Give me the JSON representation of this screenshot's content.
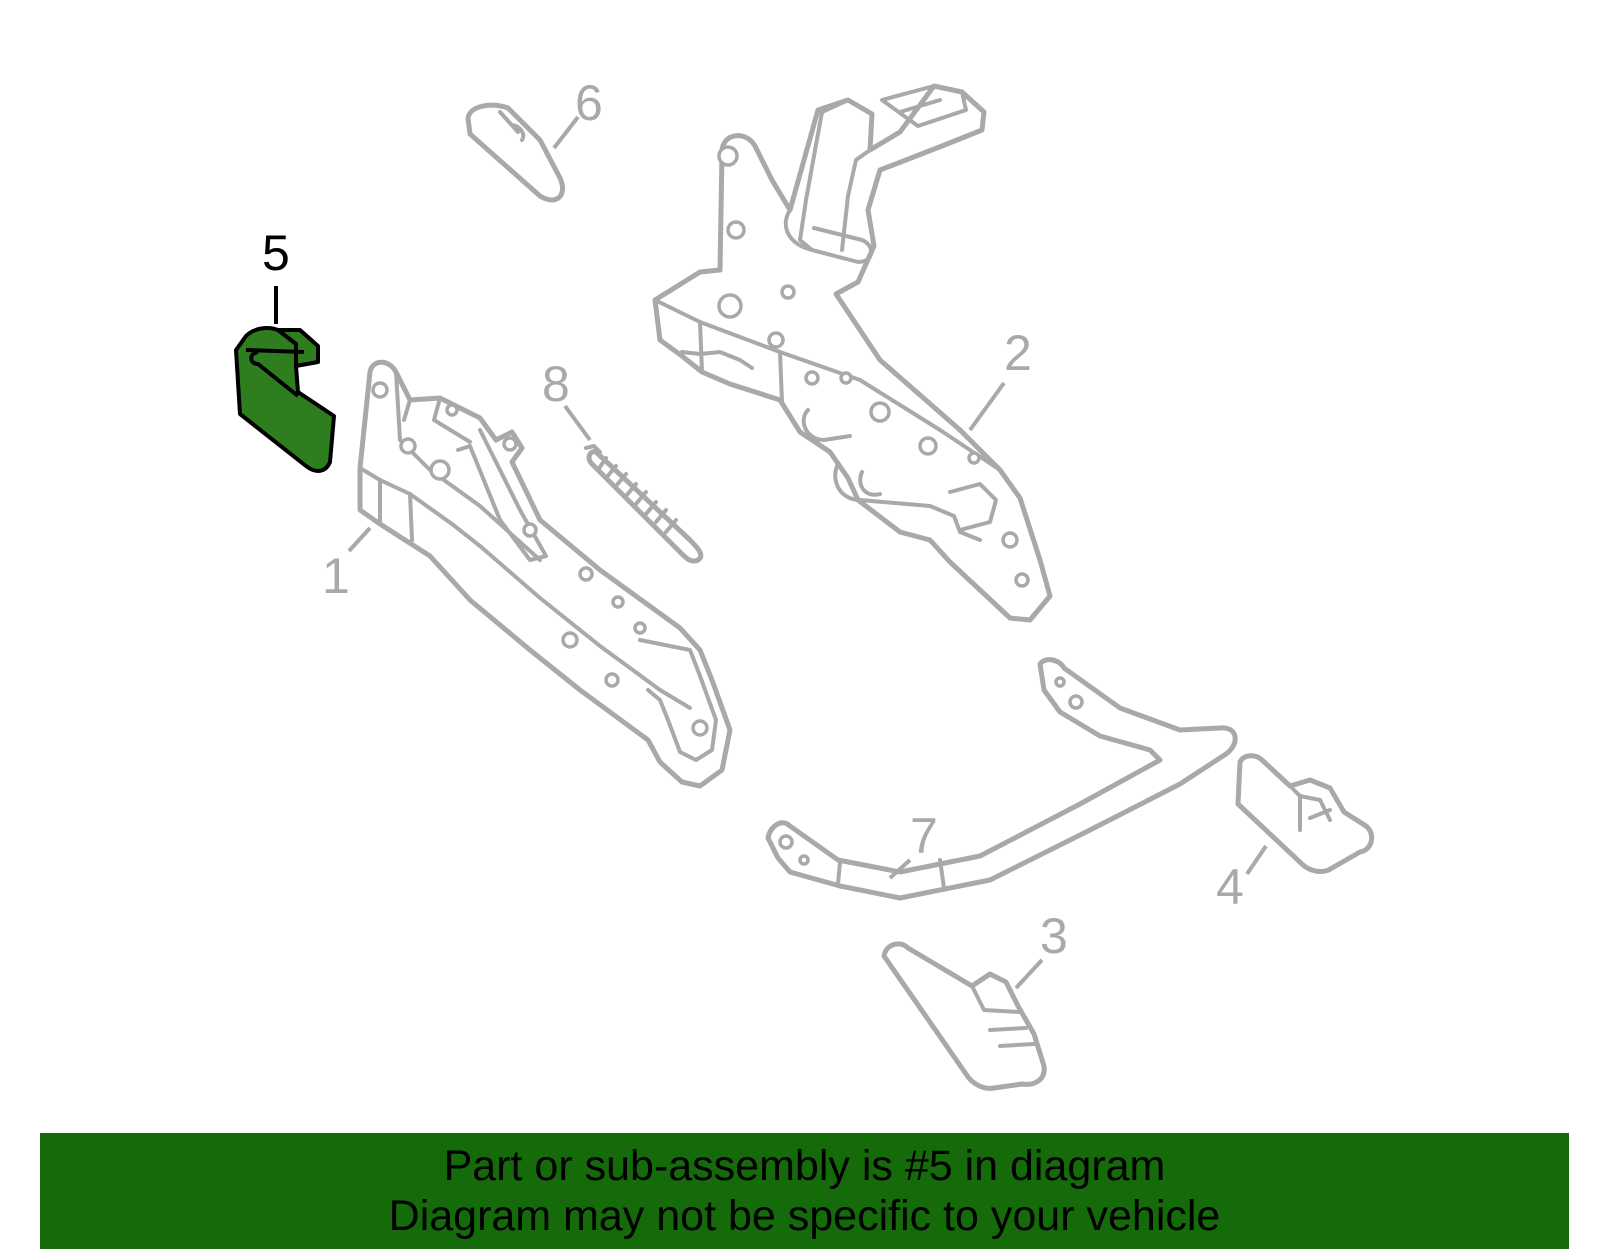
{
  "diagram": {
    "callouts": [
      "1",
      "2",
      "3",
      "4",
      "5",
      "6",
      "7",
      "8"
    ],
    "highlighted_part": "5"
  },
  "banner": {
    "line1": "Part or sub-assembly is #5 in diagram",
    "line2": "Diagram may not be specific to your vehicle"
  },
  "colors": {
    "banner_bg": "#156b0a",
    "highlight_fill": "#2e7d1e",
    "outline_gray": "#a9a9a9"
  }
}
